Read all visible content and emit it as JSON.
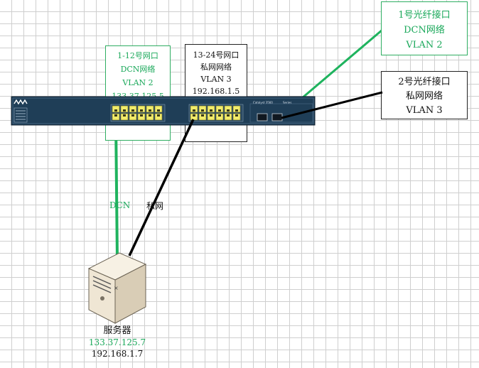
{
  "colors": {
    "dcn_link": "#1fb35e",
    "private_link": "#000000",
    "switch_body": "#1f3e57",
    "port_fill": "#f2ec6a",
    "server_body": "#efe6d4",
    "background": "#ffffff",
    "grid": "#cfcfcf"
  },
  "switch": {
    "model": "Catalyst 3560",
    "series": "Series",
    "icon": "cisco-switch"
  },
  "ports_1_12": {
    "line1": "1-12号网口",
    "line2": "DCN网络",
    "line3": "VLAN 2",
    "line4": "133.37.125.5"
  },
  "ports_13_24": {
    "line1": "13-24号网口",
    "line2": "私网网络",
    "line3": "VLAN 3",
    "line4": "192.168.1.5"
  },
  "fiber_1": {
    "line1": "1号光纤接口",
    "line2": "DCN网络",
    "line3": "VLAN 2"
  },
  "fiber_2": {
    "line1": "2号光纤接口",
    "line2": "私网网络",
    "line3": "VLAN 3"
  },
  "links": {
    "dcn_label": "DCN",
    "private_label": "私网"
  },
  "server": {
    "icon": "server-tower",
    "name": "服务器",
    "ip_dcn": "133.37.125.7",
    "ip_private": "192.168.1.7"
  }
}
